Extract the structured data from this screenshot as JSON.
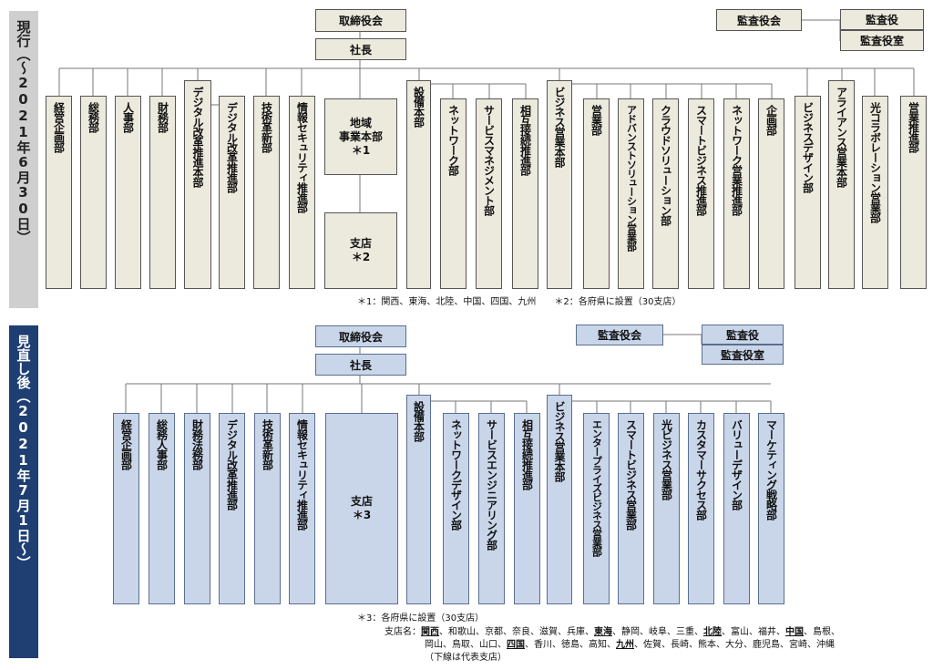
{
  "current": {
    "sidebar_title": "現行",
    "sidebar_sub": "（〜2021年6月30日）",
    "board": "取締役会",
    "president": "社長",
    "audit_board": "監査役会",
    "auditor": "監査役",
    "auditor_office": "監査役室",
    "departments": [
      "経営企画部",
      "総務部",
      "人事部",
      "財務部",
      "デジタル改革推進本部",
      "デジタル改革推進部",
      "技術革新部",
      "情報セキュリティ推進部"
    ],
    "regional_hq": "地域\n事業本部\n＊1",
    "branch": "支店\n＊2",
    "equipment_group": [
      "設備本部",
      "ネットワーク部",
      "サービスマネジメント部",
      "相互接続推進部"
    ],
    "business_group": [
      "ビジネス営業本部",
      "営業部",
      "アドバンストソリューション営業部",
      "クラウドソリューション部",
      "スマートビジネス推進部",
      "ネットワーク営業推進部",
      "企画部"
    ],
    "other_departments": [
      "ビジネスデザイン部",
      "アライアンス営業本部",
      "光コラボレーション営業部",
      "営業推進部"
    ],
    "note": "＊1：関西、東海、北陸、中国、四国、九州　　＊2：各府県に設置（30支店）"
  },
  "after": {
    "sidebar_title": "見直し後",
    "sidebar_sub": "（2021年7月1日〜）",
    "board": "取締役会",
    "president": "社長",
    "audit_board": "監査役会",
    "auditor": "監査役",
    "auditor_office": "監査役室",
    "departments": [
      "経営企画部",
      "総務人事部",
      "財務法務部",
      "デジタル改革推進部",
      "技術革新部",
      "情報セキュリティ推進部"
    ],
    "branch": "支店\n＊3",
    "equipment_group": [
      "設備本部",
      "ネットワークデザイン部",
      "サービスエンジニアリング部",
      "相互接続推進部"
    ],
    "business_group": [
      "ビジネス営業本部",
      "エンタープライズビジネス営業部",
      "スマートビジネス営業部",
      "光ビジネス営業部",
      "カスタマーサクセス部",
      "バリューデザイン部",
      "マーケティング戦略部"
    ],
    "note_line1": "＊3：各府県に設置（30支店）",
    "note_label": "支店名：",
    "note_line2": [
      {
        "t": "関西",
        "u": true
      },
      {
        "t": "、和歌山、京都、奈良、滋賀、兵庫、",
        "u": false
      },
      {
        "t": "東海",
        "u": true
      },
      {
        "t": "、静岡、岐阜、三重、",
        "u": false
      },
      {
        "t": "北陸",
        "u": true
      },
      {
        "t": "、富山、福井、",
        "u": false
      },
      {
        "t": "中国",
        "u": true
      },
      {
        "t": "、島根、",
        "u": false
      }
    ],
    "note_line3": [
      {
        "t": "岡山、鳥取、山口、",
        "u": false
      },
      {
        "t": "四国",
        "u": true
      },
      {
        "t": "、香川、徳島、高知、",
        "u": false
      },
      {
        "t": "九州",
        "u": true
      },
      {
        "t": "、佐賀、長崎、熊本、大分、鹿児島、宮崎、沖縄",
        "u": false
      }
    ],
    "note_line4": "（下線は代表支店）"
  },
  "colors": {
    "current_box": "#ece9dd",
    "new_box": "#c9d6ea",
    "new_sidebar": "#1f3f73",
    "current_sidebar": "#cfcfcf"
  }
}
